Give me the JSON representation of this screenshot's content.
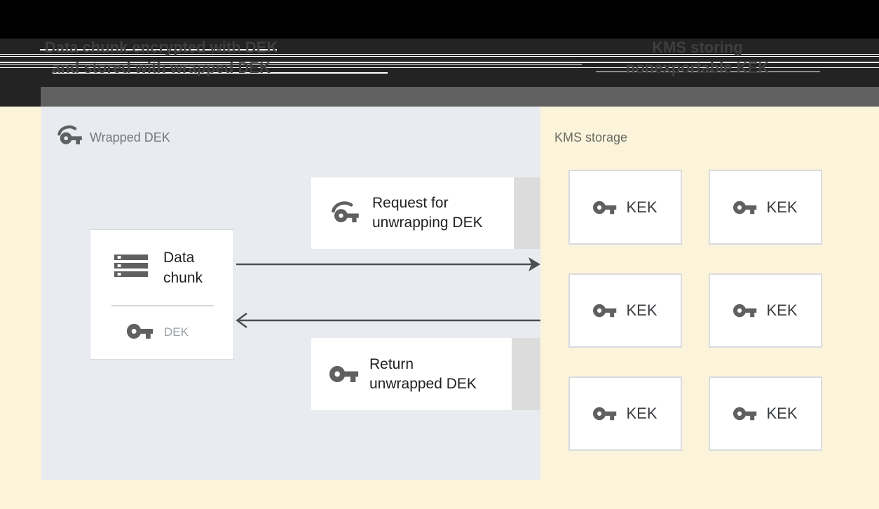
{
  "header": {
    "caption_left": {
      "line1": "Data chunk encrypted with DEK",
      "line2": "and stored with wrapped DEK"
    },
    "caption_right": {
      "line1": "KMS storing",
      "line2": "nonexportable KEK"
    }
  },
  "wrapped_dek_region": {
    "label": "Wrapped DEK"
  },
  "data_chunk_box": {
    "title_line1": "Data",
    "title_line2": "chunk",
    "key_label": "DEK"
  },
  "request_box": {
    "line1": "Request for",
    "line2": "unwrapping DEK"
  },
  "return_box": {
    "line1": "Return",
    "line2": "unwrapped DEK"
  },
  "kms_region": {
    "label": "KMS storage",
    "kek_labels": [
      "KEK",
      "KEK",
      "KEK",
      "KEK",
      "KEK",
      "KEK"
    ]
  },
  "icons": {
    "wrapped_key": "key with protective arc (wrapped-key-icon)",
    "key": "vpn-key-icon",
    "storage": "stacked-storage-icon"
  },
  "colors": {
    "header_bg": "#232323",
    "header_top": "#000000",
    "header_bar": "#606060",
    "beige_bg": "#fbf4da",
    "panel_bg": "#e8ebf0",
    "box_strip": "#dcdcdc",
    "icon_gray": "#5f6061",
    "dark_text": "#202124",
    "muted_text": "#9aa0a6",
    "arrow": "#4d4e50"
  }
}
